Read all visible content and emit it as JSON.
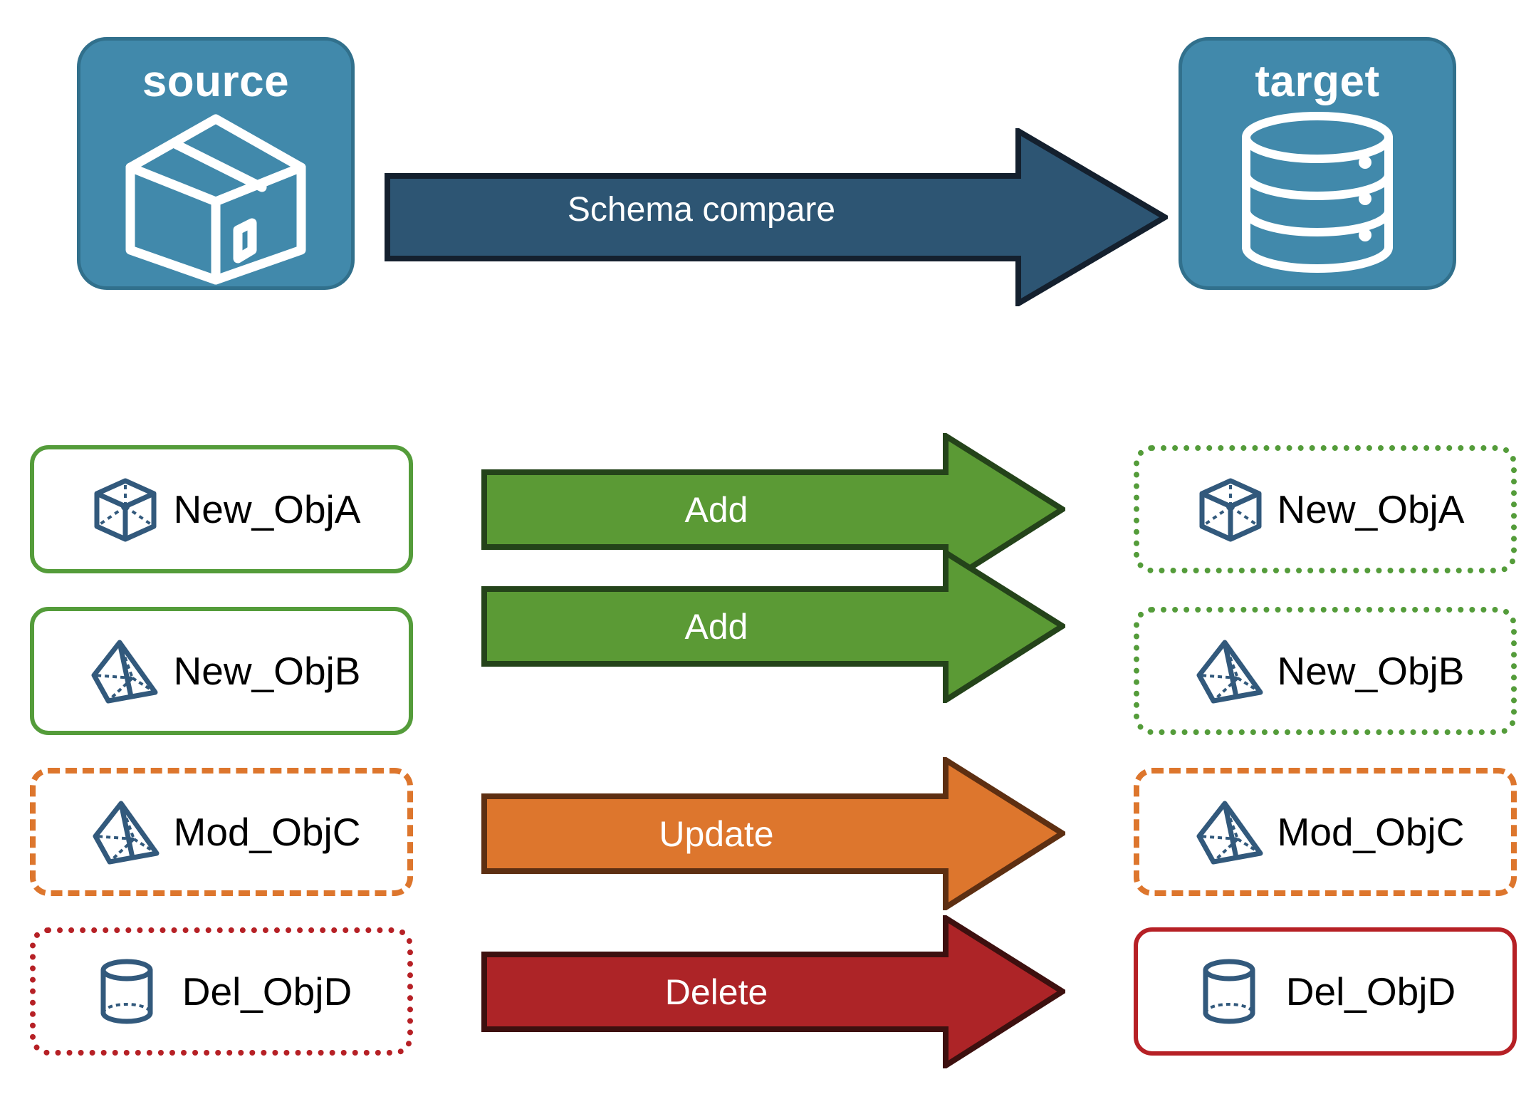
{
  "diagram": {
    "title_source": "source",
    "title_target": "target",
    "compare_label": "Schema compare"
  },
  "colors": {
    "endpoint_fill": "#4189ab",
    "endpoint_border": "#31708c",
    "compare_arrow_fill": "#2d5573",
    "compare_arrow_border": "#14202e",
    "add_fill": "#5b9a35",
    "add_border": "#24431a",
    "update_fill": "#dd762d",
    "update_border": "#5d2f12",
    "delete_fill": "#ad2427",
    "delete_border": "#3d100f",
    "object_icon": "#32597c",
    "green": "#549c3a",
    "orange": "#dd762d",
    "red": "#b62025"
  },
  "rows": [
    {
      "source_label": "New_ObjA",
      "target_label": "New_ObjA",
      "action_label": "Add",
      "icon": "cube-icon",
      "source_border": "solid-green",
      "target_border": "dotted-green",
      "arrow_color": "green"
    },
    {
      "source_label": "New_ObjB",
      "target_label": "New_ObjB",
      "action_label": "Add",
      "icon": "pyramid-icon",
      "source_border": "solid-green",
      "target_border": "dotted-green",
      "arrow_color": "green"
    },
    {
      "source_label": "Mod_ObjC",
      "target_label": "Mod_ObjC",
      "action_label": "Update",
      "icon": "pyramid-icon",
      "source_border": "dashed-orange",
      "target_border": "dashed-orange",
      "arrow_color": "orange"
    },
    {
      "source_label": "Del_ObjD",
      "target_label": "Del_ObjD",
      "action_label": "Delete",
      "icon": "cylinder-icon",
      "source_border": "dotted-red",
      "target_border": "solid-red",
      "arrow_color": "red"
    }
  ]
}
